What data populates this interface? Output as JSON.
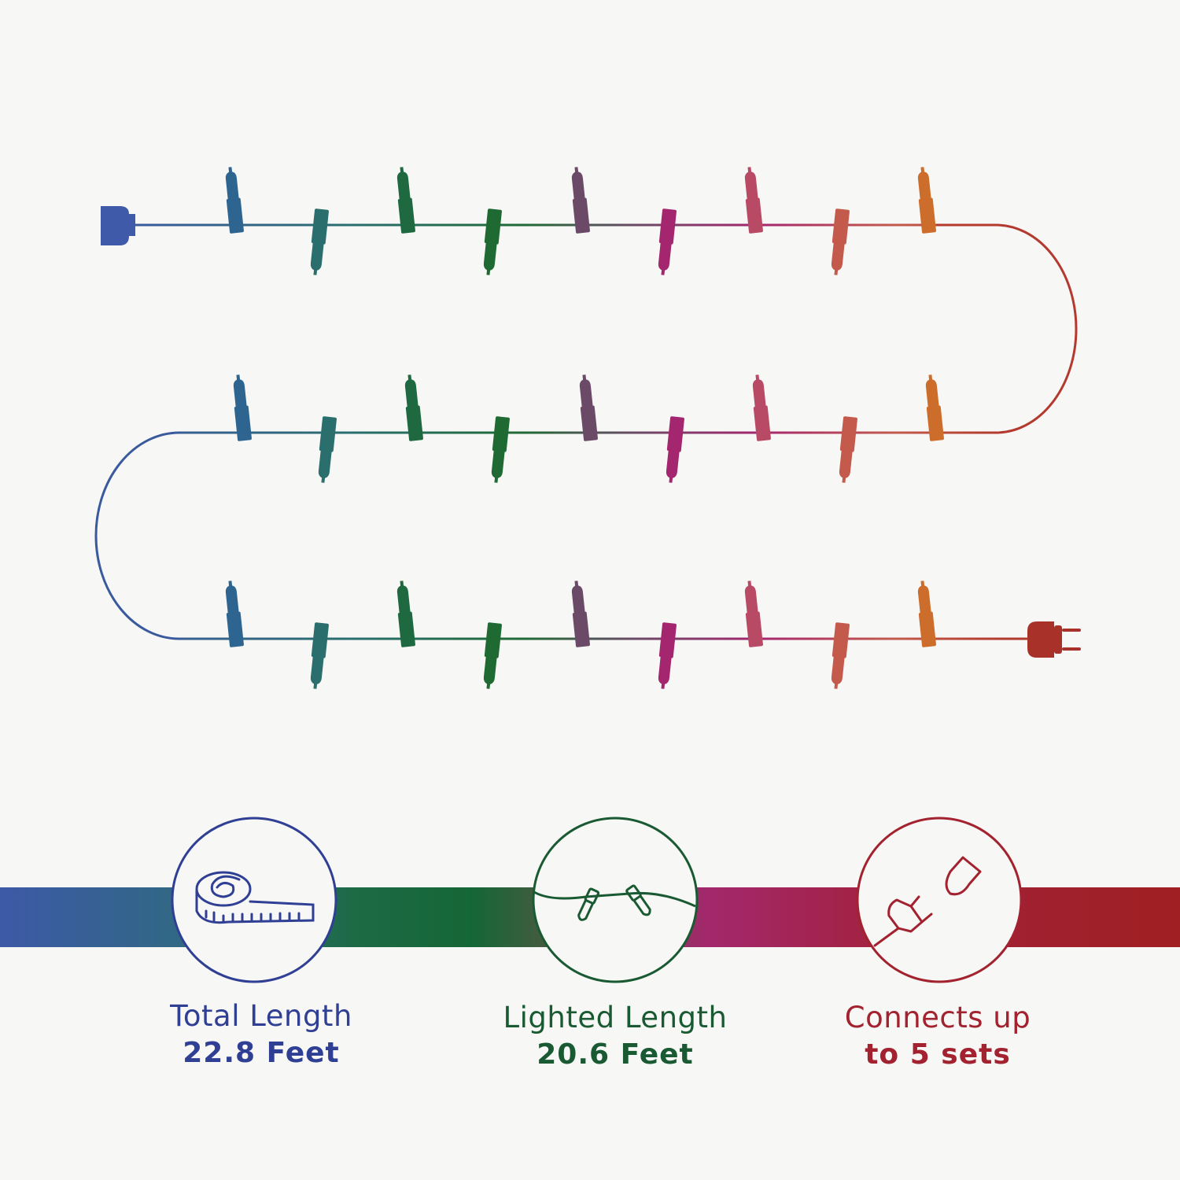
{
  "colors": {
    "background": "#f7f7f5",
    "blue": "#2f3f94",
    "green": "#1a5a33",
    "red": "#a3222f",
    "bulb_sequence": [
      "#2e6590",
      "#2a6e6e",
      "#1f6940",
      "#1f6a32",
      "#6a4a66",
      "#a4266e",
      "#b94a66",
      "#c45a4c",
      "#cc6d2c"
    ]
  },
  "features": [
    {
      "icon": "tape-measure-icon",
      "title": "Total Length",
      "value": "22.8 Feet",
      "color": "#2f3f94"
    },
    {
      "icon": "string-lights-icon",
      "title": "Lighted Length",
      "value": "20.6 Feet",
      "color": "#1a5a33"
    },
    {
      "icon": "plug-connector-icon",
      "title": "Connects up",
      "value": "to 5 sets",
      "color": "#a3222f"
    }
  ],
  "light_string": {
    "rows": 3,
    "bulbs_per_row": 9
  }
}
